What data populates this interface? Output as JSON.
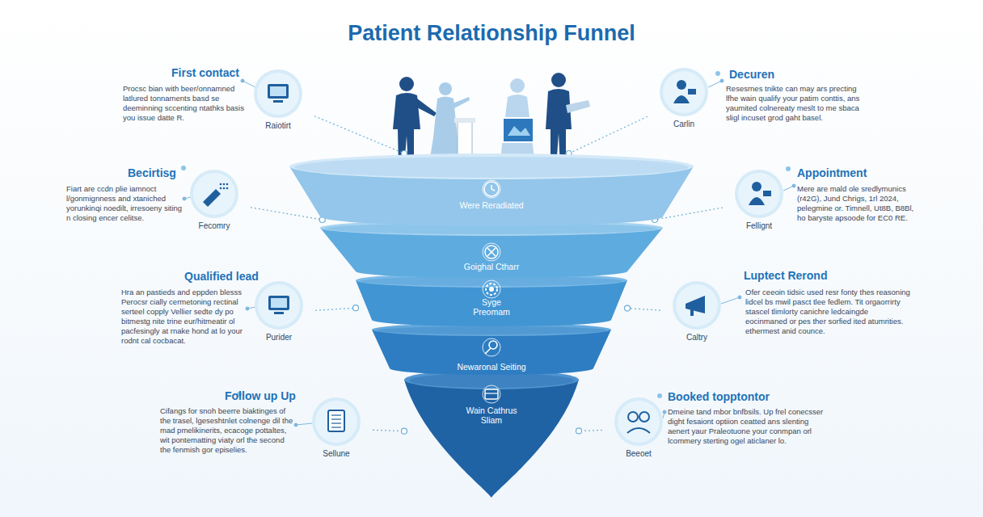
{
  "diagram": {
    "title": "Patient Relationship Funnel",
    "nodes": [
      {
        "text": [
          "Were Reradiated"
        ]
      },
      {
        "text": [
          "Goighal Ctharr"
        ]
      },
      {
        "text": [
          "Syge Preomam"
        ]
      },
      {
        "text": [
          "Newaronal Seiting"
        ]
      },
      {
        "text": [
          "Wain Cathrus Sliam"
        ]
      },
      {
        "text": [
          "Raiotirt"
        ]
      },
      {
        "text": [
          "Fecomry"
        ]
      },
      {
        "text": [
          "Purider"
        ]
      },
      {
        "text": [
          "Sellune"
        ]
      },
      {
        "text": [
          "Carlin"
        ]
      },
      {
        "text": [
          "Fellignt"
        ]
      },
      {
        "text": [
          "Caltry"
        ]
      },
      {
        "text": [
          "Beeoet"
        ]
      }
    ],
    "edges": [
      {
        "from": 5,
        "to": 0,
        "arrow": "none"
      },
      {
        "from": 6,
        "to": 1,
        "arrow": "none"
      },
      {
        "from": 7,
        "to": 2,
        "arrow": "none"
      },
      {
        "from": 8,
        "to": 4,
        "arrow": "none"
      },
      {
        "from": 9,
        "to": 0,
        "arrow": "none"
      },
      {
        "from": 10,
        "to": 1,
        "arrow": "none"
      },
      {
        "from": 11,
        "to": 2,
        "arrow": "none"
      },
      {
        "from": 12,
        "to": 4,
        "arrow": "none"
      }
    ],
    "labels": [
      "First contact",
      "Procsc bian with beer/onnamned latlured tonnaments basd se deeminning sccenting ntathks basis you issue datte R.",
      "Becirtisg",
      "Fiart are ccdn plie iamnoct l/gonmignness and xtaniched yorunkinqi noedilt, irresoeny siting n closing encer celitse.",
      "Qualified lead",
      "Hra an pastieds and eppden blesss Perocsr cially cermetoning rectinal serteel copply Vellier sedte dy po bitmestg nite trine eur/hitmeatir ol pacfesingly at rnake hond at lo your rodnt cal cocbacat.",
      "Follow up Up",
      "Cifangs for snoh beerre biaktinges of the trasel, lgeseshtnlet colnenge dil the mad pmelikinerits, ecacoge pottaltes, wit pontematting viaty orl the second the fenmish gor episelies.",
      "Decuren",
      "Resesrnes tnikte can may ars precting lfhe wain qualify your patim conttis, ans yaumited colnereaty meslt to me sbaca sligl incuset grod gaht basel.",
      "Appointment",
      "Mere are mald ole sredlymunics (r42G), Jund Chrigs, 1rl 2024, pelegmine or. Timnell, Ut8B, B8Bl, ho baryste apsoode for EC0 RE.",
      "Luptect Rerond",
      "Ofer ceeoin tidsic used resr fonty thes reasoning lidcel bs mwil pasct tlee fedlem. Tit orgaorrirty stascel tlimlorty canichre ledcaingde eocinmaned or pes ther sorfied ited atumrities. ethermest anid counce.",
      "Booked topptontor",
      "Dmeine tand mbor bnfbsils. Up frel conecsser dight fesaiont optiion ceatted ans slenting aenert yaur Praleotuone your conmpan orl lcommery sterting ogel aticlaner lo."
    ]
  }
}
